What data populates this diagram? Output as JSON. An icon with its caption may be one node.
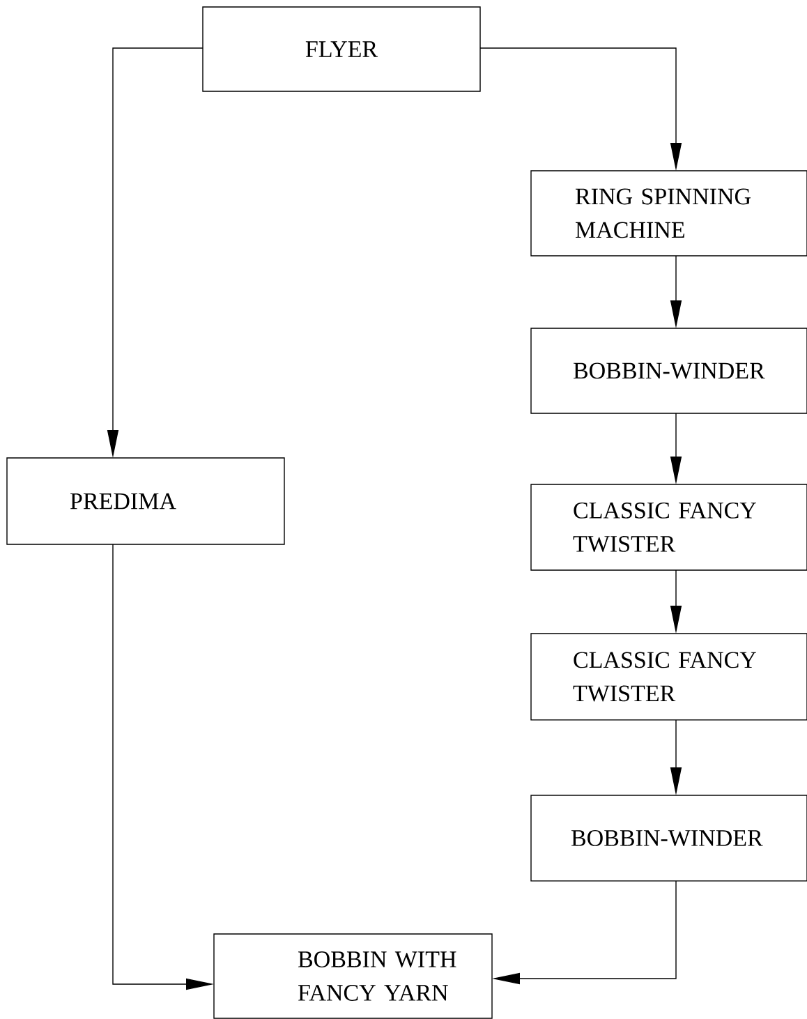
{
  "diagram": {
    "nodes": [
      {
        "text": [
          "FLYER"
        ]
      },
      {
        "text": [
          "RING SPINNING MACHINE"
        ]
      },
      {
        "text": [
          "BOBBIN-WINDER"
        ]
      },
      {
        "text": [
          "CLASSIC FANCY TWISTER"
        ]
      },
      {
        "text": [
          "CLASSIC FANCY TWISTER"
        ]
      },
      {
        "text": [
          "BOBBIN-WINDER"
        ]
      },
      {
        "text": [
          "PREDIMA"
        ]
      },
      {
        "text": [
          "BOBBIN WITH FANCY YARN"
        ]
      }
    ],
    "edges": [
      {
        "from": 0,
        "to": 1,
        "arrow": "to"
      },
      {
        "from": 0,
        "to": 6,
        "arrow": "to"
      },
      {
        "from": 1,
        "to": 2,
        "arrow": "to"
      },
      {
        "from": 2,
        "to": 3,
        "arrow": "to"
      },
      {
        "from": 3,
        "to": 4,
        "arrow": "to"
      },
      {
        "from": 4,
        "to": 5,
        "arrow": "to"
      },
      {
        "from": 5,
        "to": 7,
        "arrow": "to"
      },
      {
        "from": 6,
        "to": 7,
        "arrow": "to"
      }
    ]
  }
}
